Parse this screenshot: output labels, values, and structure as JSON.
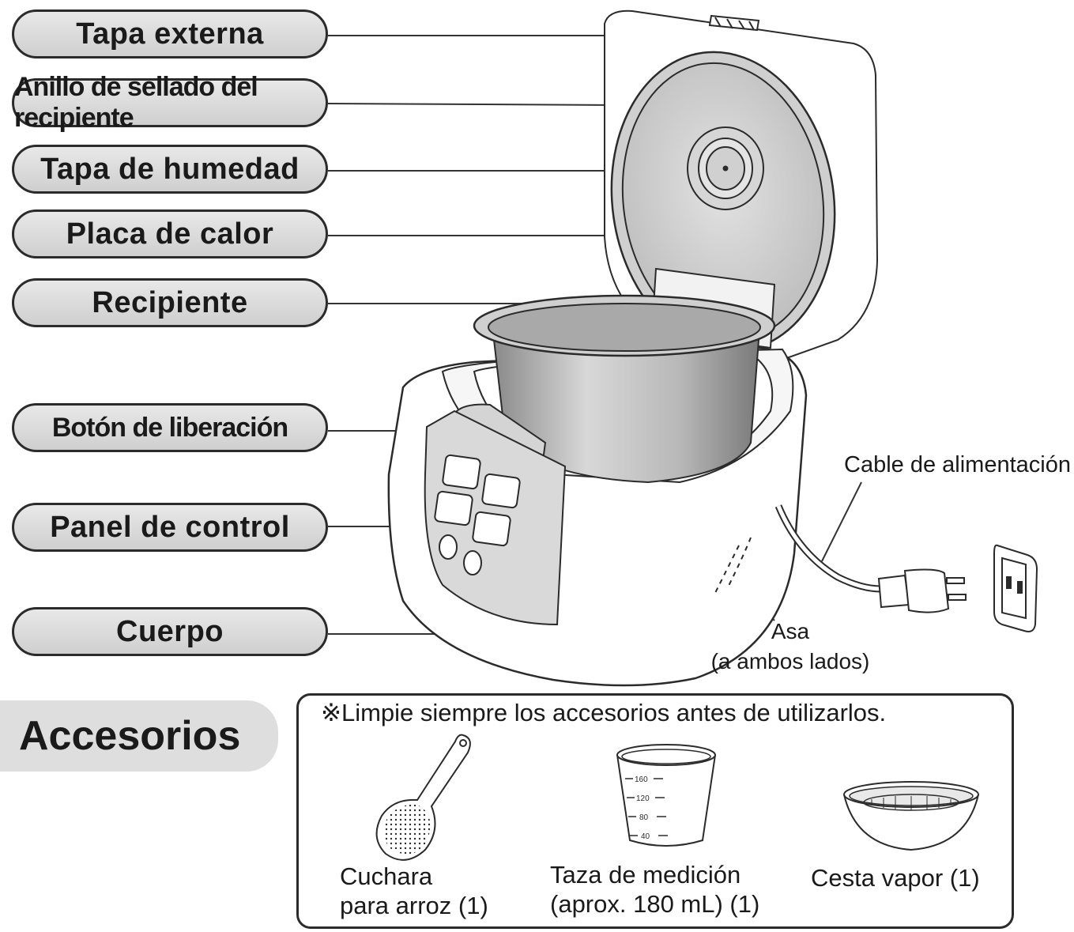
{
  "parts": [
    {
      "id": "tapa-externa",
      "label": "Tapa externa"
    },
    {
      "id": "anillo-sellado",
      "label": "Anillo de sellado del recipiente"
    },
    {
      "id": "tapa-humedad",
      "label": "Tapa de humedad"
    },
    {
      "id": "placa-calor",
      "label": "Placa de calor"
    },
    {
      "id": "recipiente",
      "label": "Recipiente"
    },
    {
      "id": "boton-liberacion",
      "label": "Botón de liberación"
    },
    {
      "id": "panel-control",
      "label": "Panel de control"
    },
    {
      "id": "cuerpo",
      "label": "Cuerpo"
    }
  ],
  "callouts": {
    "cable": "Cable de alimentación",
    "asa_line1": "Asa",
    "asa_line2": "(a ambos lados)"
  },
  "accessories": {
    "title": "Accesorios",
    "note": "※Limpie siempre los accesorios antes de utilizarlos.",
    "items": [
      {
        "line1": "Cuchara",
        "line2": "para arroz (1)"
      },
      {
        "line1": "Taza de medición",
        "line2": "(aprox. 180 mL) (1)"
      },
      {
        "line1": "Cesta vapor (1)",
        "line2": ""
      }
    ],
    "cup_marks": [
      "160",
      "120",
      "80",
      "40"
    ]
  }
}
